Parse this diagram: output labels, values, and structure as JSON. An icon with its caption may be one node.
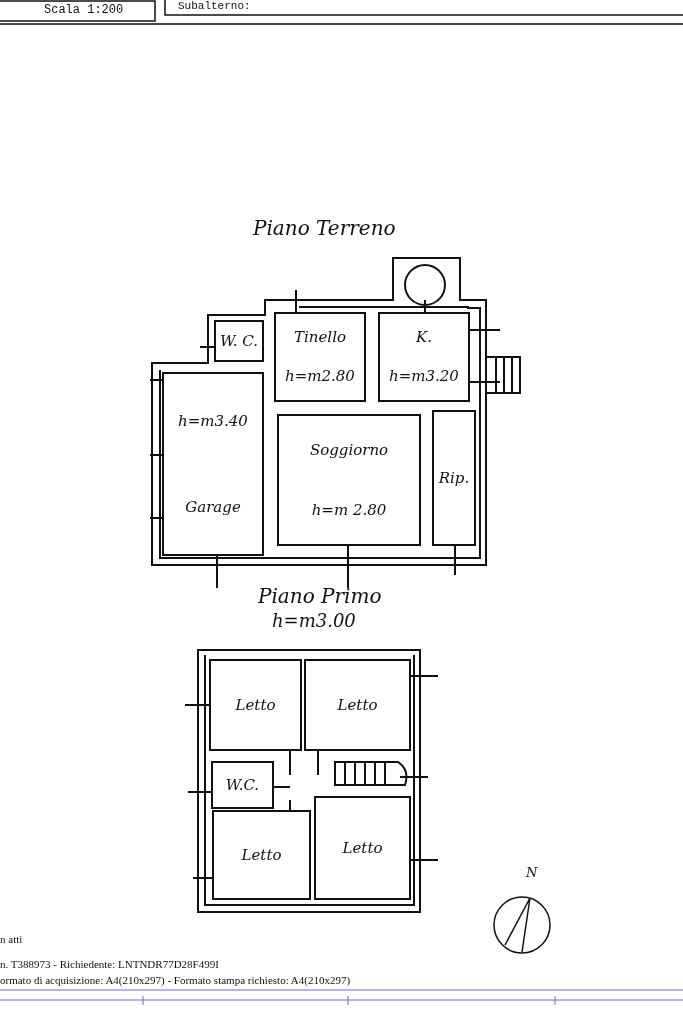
{
  "diagram": {
    "nodes": [
      {
        "text": [
          "W. C."
        ]
      },
      {
        "text": [
          "Tinello",
          "h=m2.80"
        ]
      },
      {
        "text": [
          "K.",
          "h=m3.20"
        ]
      },
      {
        "text": [
          "h=m3.40",
          "Garage"
        ]
      },
      {
        "text": [
          "Soggiorno",
          "h=m 2.80"
        ]
      },
      {
        "text": [
          "Rip."
        ]
      },
      {
        "text": [
          "Letto"
        ]
      },
      {
        "text": [
          "Letto"
        ]
      },
      {
        "text": [
          "W.C."
        ]
      },
      {
        "text": [
          "Letto"
        ]
      },
      {
        "text": [
          "Letto"
        ]
      }
    ],
    "labels": [
      "Scala 1:200",
      "Subalterno:",
      "Piano Terreno",
      "Piano Primo",
      "h=m3.00",
      "N",
      "n atti",
      "n. T388973 - Richiedente: LNTNDR77D28F499I",
      "ormato di acquisizione: A4(210x297)  - Formato stampa richiesto: A4(210x297)"
    ]
  }
}
